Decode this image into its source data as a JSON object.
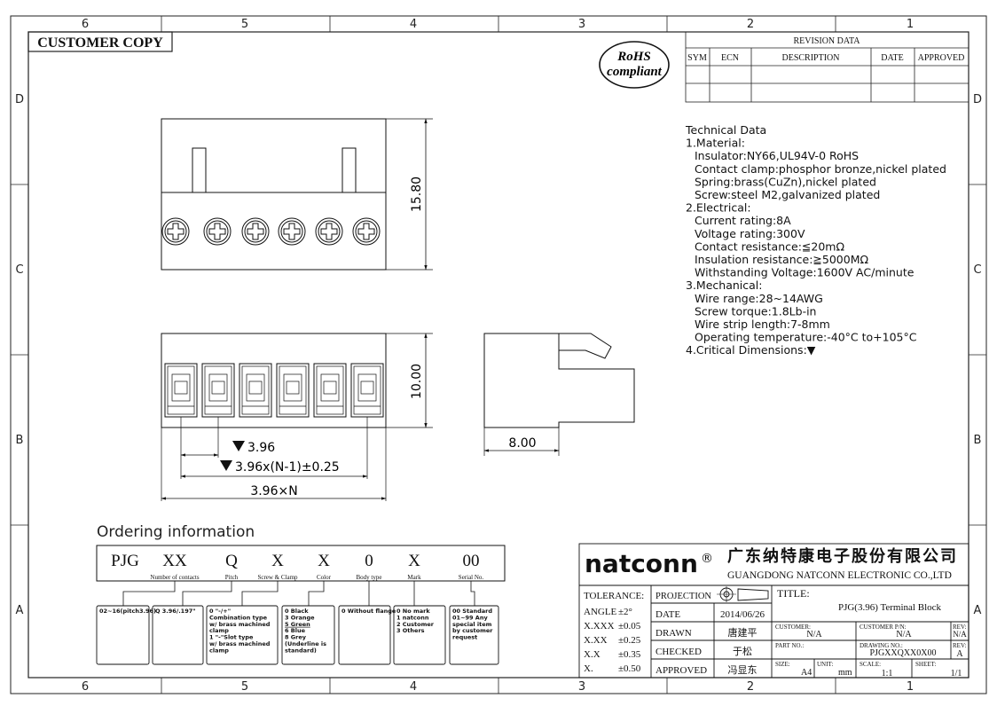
{
  "frame": {
    "columns_top": [
      "6",
      "5",
      "4",
      "3",
      "2",
      "1"
    ],
    "columns_bottom": [
      "6",
      "5",
      "4",
      "3",
      "2",
      "1"
    ],
    "rows_left": [
      "D",
      "C",
      "B",
      "A"
    ],
    "rows_right": [
      "D",
      "C",
      "B",
      "A"
    ]
  },
  "customer_copy": "CUSTOMER COPY",
  "rohs": {
    "line1": "RoHS",
    "line2": "compliant"
  },
  "revision": {
    "title": "REVISION DATA",
    "headers": [
      "SYM",
      "ECN",
      "DESCRIPTION",
      "DATE",
      "APPROVED"
    ]
  },
  "dimensions": {
    "height_top": "15.80",
    "height_front": "10.00",
    "pitch": "3.96",
    "pitch_formula": "3.96x(N-1)±0.25",
    "total": "3.96×N",
    "side_width": "8.00"
  },
  "tech_data": [
    {
      "text": "Technical Data",
      "indent": 0
    },
    {
      "text": "1.Material:",
      "indent": 0
    },
    {
      "text": "Insulator:NY66,UL94V-0  RoHS",
      "indent": 1
    },
    {
      "text": "Contact  clamp:phosphor  bronze,nickel  plated",
      "indent": 1
    },
    {
      "text": "Spring:brass(CuZn),nickel  plated",
      "indent": 1
    },
    {
      "text": "Screw:steel  M2,galvanized  plated",
      "indent": 1
    },
    {
      "text": "2.Electrical:",
      "indent": 0
    },
    {
      "text": "Current  rating:8A",
      "indent": 1
    },
    {
      "text": "Voltage  rating:300V",
      "indent": 1
    },
    {
      "text": "Contact  resistance:≦20mΩ",
      "indent": 1
    },
    {
      "text": "Insulation  resistance:≧5000MΩ",
      "indent": 1
    },
    {
      "text": "Withstanding  Voltage:1600V  AC/minute",
      "indent": 1
    },
    {
      "text": "3.Mechanical:",
      "indent": 0
    },
    {
      "text": "Wire  range:28~14AWG",
      "indent": 1
    },
    {
      "text": "Screw  torque:1.8Lb-in",
      "indent": 1
    },
    {
      "text": "Wire  strip  length:7-8mm",
      "indent": 1
    },
    {
      "text": "Operating  temperature:-40°C  to+105°C",
      "indent": 1
    },
    {
      "text": "4.Critical  Dimensions:▼",
      "indent": 0
    }
  ],
  "ordering": {
    "title": "Ordering  information",
    "codes": [
      "PJG",
      "XX",
      "Q",
      "X",
      "X",
      "0",
      "X",
      "00"
    ],
    "labels": [
      "Number of contacts",
      "Pitch",
      "Screw & Clamp",
      "Color",
      "Body type",
      "Mark",
      "Serial No."
    ],
    "boxes": [
      [
        "02~16(pitch3.96)"
      ],
      [
        "Q  3.96/.197\""
      ],
      [
        "0  \"-/+\"",
        "Combination type",
        "w/ brass machined",
        "clamp",
        "1  \"-\"Slot type",
        "w/ brass machined",
        "clamp"
      ],
      [
        "0  Black",
        "3  Orange",
        "5  Green",
        "6  Blue",
        "8  Grey",
        "(Underline  is",
        "standard)"
      ],
      [
        "0  Without  flange"
      ],
      [
        "0  No  mark",
        "1  natconn",
        "2  Customer",
        "3  Others"
      ],
      [
        "00  Standard",
        "01~99  Any",
        "special  item",
        "by  customer",
        "request"
      ]
    ]
  },
  "company": {
    "logo": "natconn",
    "registered": "®",
    "name_cn": "广东纳特康电子股份有限公司",
    "name_en": "GUANGDONG NATCONN ELECTRONIC CO.,LTD"
  },
  "tolerance": {
    "title": "TOLERANCE:",
    "rows": [
      {
        "label": "ANGLE",
        "value": "±2°"
      },
      {
        "label": "X.XXX",
        "value": "±0.05"
      },
      {
        "label": "X.XX",
        "value": "±0.25"
      },
      {
        "label": "X.X",
        "value": "±0.35"
      },
      {
        "label": "X.",
        "value": "±0.50"
      }
    ]
  },
  "titleblock": {
    "projection": "PROJECTION",
    "date_label": "DATE",
    "date": "2014/06/26",
    "drawn_label": "DRAWN",
    "drawn": "唐建平",
    "checked_label": "CHECKED",
    "checked": "于松",
    "approved_label": "APPROVED",
    "approved": "冯显东",
    "title_label": "TITLE:",
    "title": "PJG(3.96)  Terminal Block",
    "customer_label": "CUSTOMER:",
    "customer": "N/A",
    "customer_pn_label": "CUSTOMER P/N:",
    "customer_pn": "N/A",
    "rev_label": "REV:",
    "rev1": "N/A",
    "part_no_label": "PART NO.:",
    "drawing_no_label": "DRAWING NO.:",
    "drawing_no": "PJGXXQXX0X00",
    "rev2": "A",
    "size_label": "SIZE:",
    "size": "A4",
    "unit_label": "UNIT:",
    "unit": "mm",
    "scale_label": "SCALE:",
    "scale": "1:1",
    "sheet_label": "SHEET:",
    "sheet": "1/1"
  }
}
